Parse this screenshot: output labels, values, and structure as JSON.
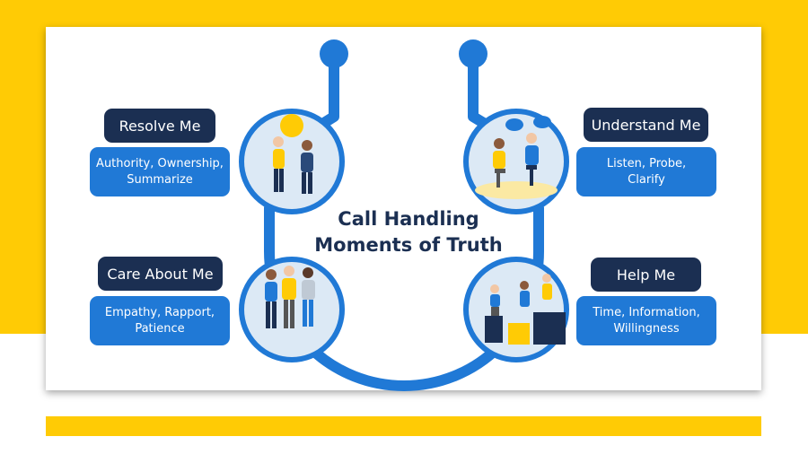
{
  "title": {
    "line1": "Call Handling",
    "line2": "Moments of Truth"
  },
  "moments": [
    {
      "label": "Resolve Me",
      "line1": "Authority, Ownership,",
      "line2": "Summarize"
    },
    {
      "label": "Understand Me",
      "line1": "Listen, Probe,",
      "line2": "Clarify"
    },
    {
      "label": "Care About Me",
      "line1": "Empathy, Rapport,",
      "line2": "Patience"
    },
    {
      "label": "Help Me",
      "line1": "Time, Information,",
      "line2": "Willingness"
    }
  ],
  "colors": {
    "yellow": "#FFCB05",
    "navy": "#1b2f52",
    "blue": "#2079D6",
    "circle": "#dce9f5"
  }
}
